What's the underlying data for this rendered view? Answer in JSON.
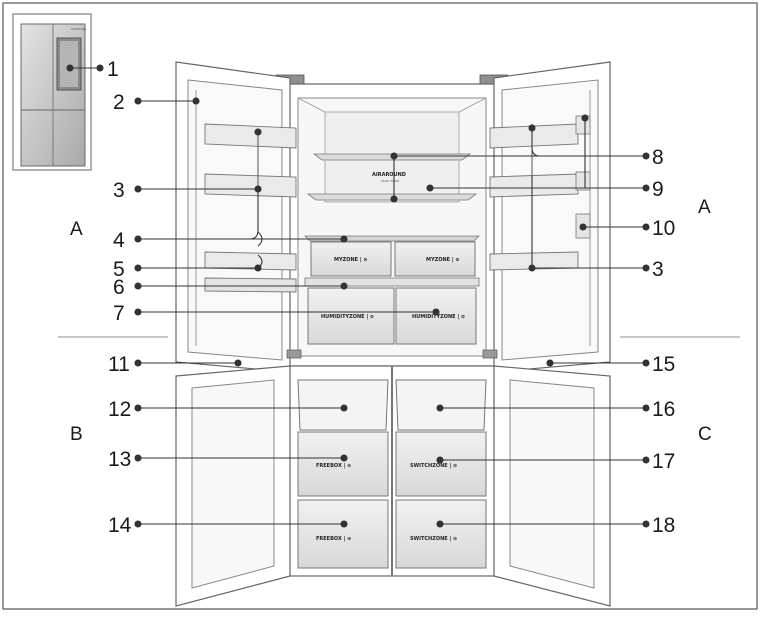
{
  "zone_labels": {
    "a_left": "A",
    "a_right": "A",
    "b": "B",
    "c": "C"
  },
  "callouts": [
    "1",
    "2",
    "3",
    "4",
    "5",
    "6",
    "7",
    "8",
    "9",
    "10",
    "3",
    "11",
    "12",
    "13",
    "14",
    "15",
    "16",
    "17",
    "18"
  ],
  "drawer_labels": {
    "myzone_left": "MYZONE | ⊙",
    "myzone_right": "MYZONE | ⊙",
    "humidity_left": "HUMIDITYZONE | ⊘",
    "humidity_right": "HUMIDITYZONE | ⊘",
    "freebox_upper": "FREEBOX | ⊙",
    "freebox_lower": "FREEBOX | ⊙",
    "switchzone_upper": "SWITCHZONE | ⊙",
    "switchzone_lower": "SWITCHZONE | ⊙",
    "airaround": "AIRAROUND",
    "airaround_sub": "MULTI FLOW",
    "inset_brand": "SAMSUNG"
  }
}
